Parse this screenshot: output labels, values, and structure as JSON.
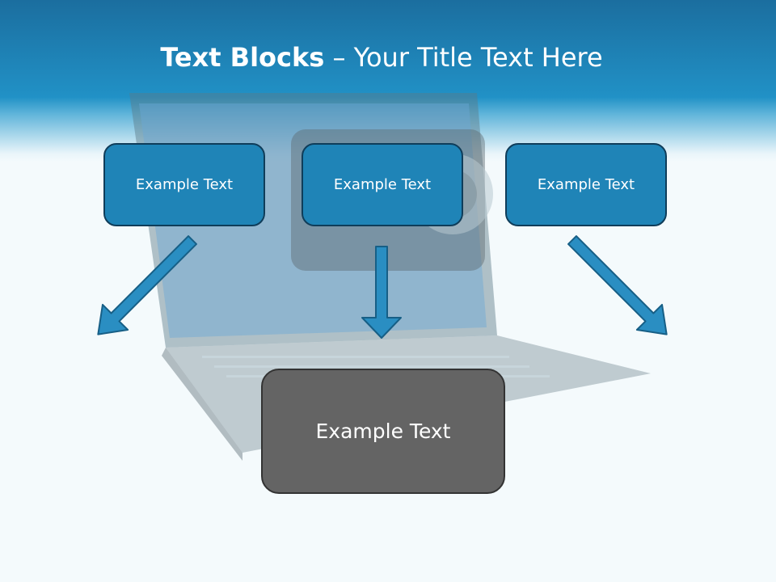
{
  "title": {
    "bold": "Text Blocks",
    "dash": " – ",
    "rest": "Your Title Text Here"
  },
  "blocks": [
    {
      "text": "Example Text"
    },
    {
      "text": "Example Text"
    },
    {
      "text": "Example Text"
    }
  ],
  "result": {
    "text": "Example Text"
  },
  "colors": {
    "header": "#2191c6",
    "block_fill": "#1f84b7",
    "block_border": "#0f3d5a",
    "arrow_fill": "#2a8ec2",
    "result_fill": "#646464"
  },
  "icons": [
    "laptop-webcam-image",
    "arrow-down-right-icon",
    "arrow-down-icon",
    "arrow-down-left-icon"
  ]
}
